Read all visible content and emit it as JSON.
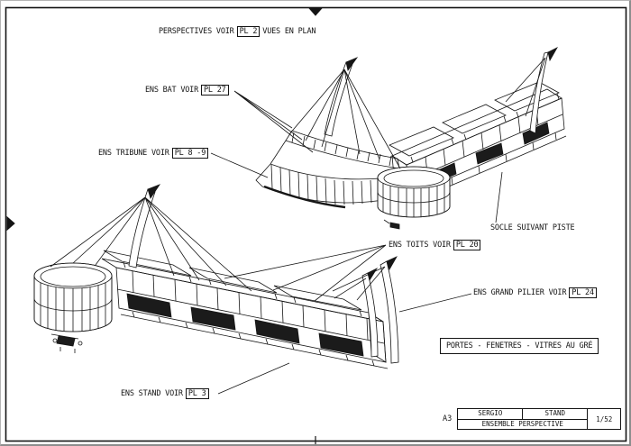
{
  "sheet": {
    "format": "A3",
    "line_color": "#141414"
  },
  "callouts": {
    "perspectives": {
      "pre": "PERSPECTIVES  VOIR",
      "ref": "PL 2",
      "post": "VUES EN PLAN"
    },
    "ens_bat": {
      "pre": "ENS BAT VOIR",
      "ref": "PL 27",
      "post": ""
    },
    "ens_tribune": {
      "pre": "ENS TRIBUNE VOIR",
      "ref": "PL 8 -9",
      "post": ""
    },
    "socle": {
      "text": "SOCLE SUIVANT PISTE"
    },
    "ens_toits": {
      "pre": "ENS TOITS VOIR",
      "ref": "PL 20",
      "post": ""
    },
    "ens_grand_pilier": {
      "pre": "ENS GRAND PILIER VOIR",
      "ref": "PL 24",
      "post": ""
    },
    "portes_note": {
      "text": "PORTES - FENETRES - VITRES AU GRÉ"
    },
    "ens_stand": {
      "pre": "ENS STAND VOIR",
      "ref": "PL 3",
      "post": ""
    }
  },
  "title_block": {
    "format": "A3",
    "author": "SERGIO",
    "project": "STAND",
    "title": "ENSEMBLE PERSPECTIVE",
    "sheet": "1/52"
  }
}
